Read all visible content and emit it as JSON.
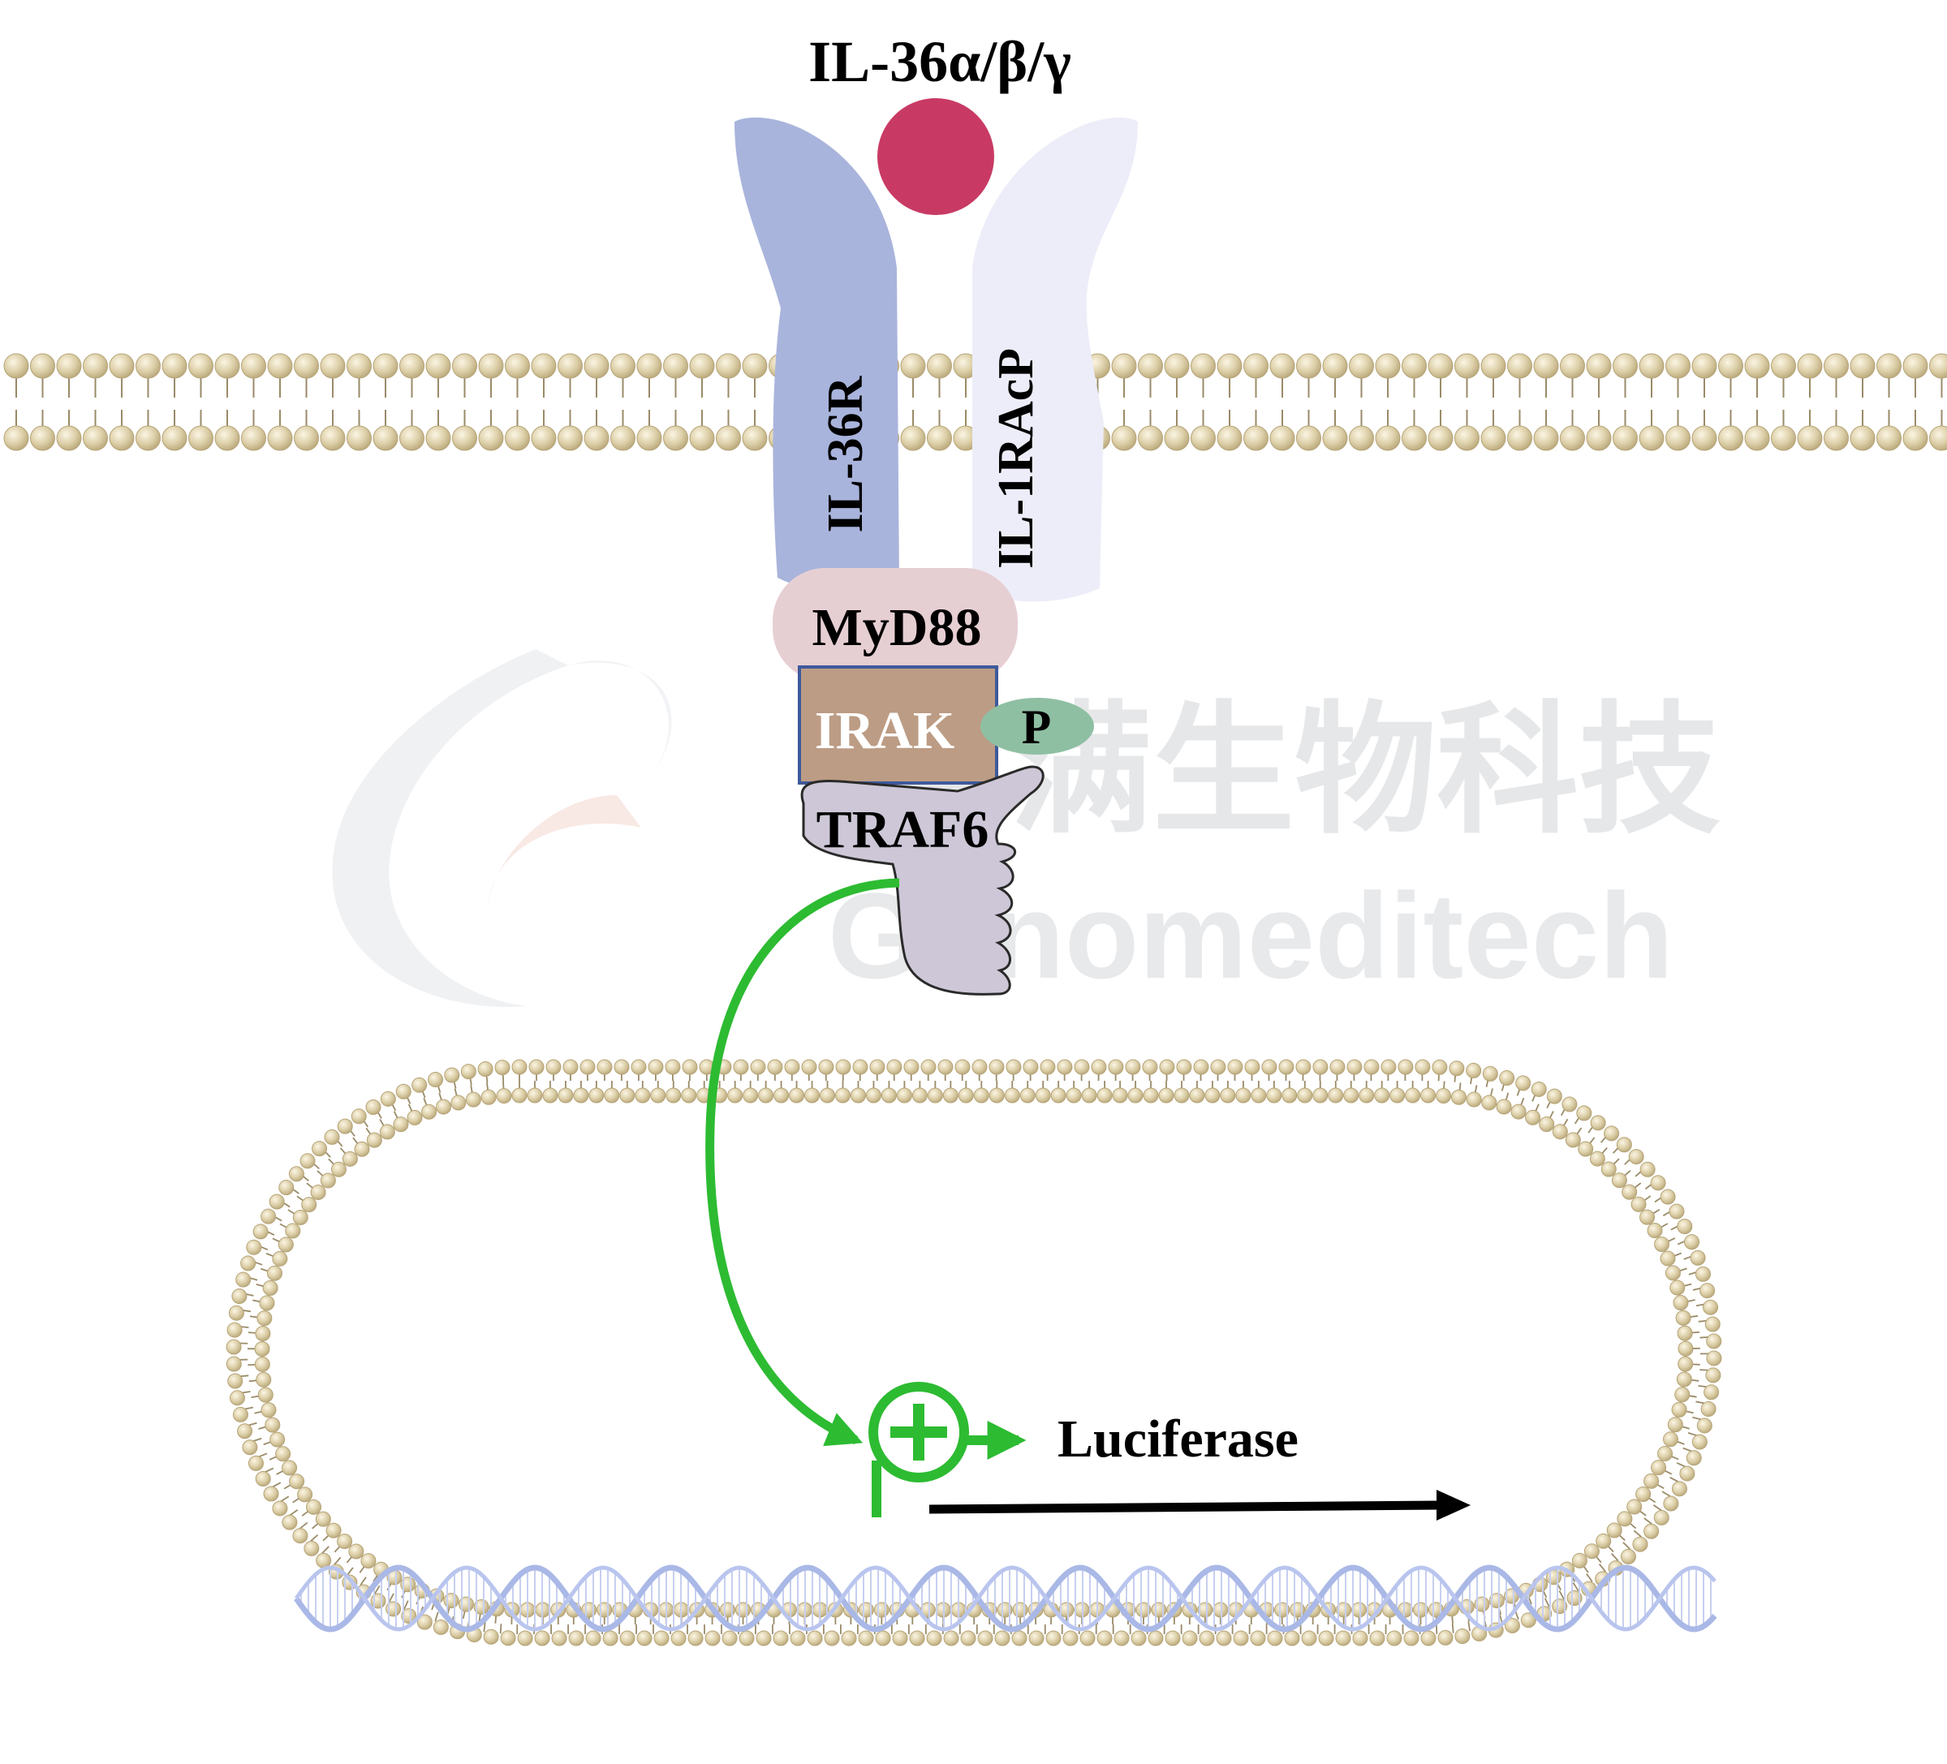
{
  "ligand": {
    "label": "IL-36α/β/γ"
  },
  "receptors": {
    "primary": {
      "label": "IL-36R"
    },
    "accessory": {
      "label": "IL-1RAcP"
    }
  },
  "adaptors": {
    "myd88": "MyD88",
    "irak": "IRAK",
    "phospho": "P",
    "traf6": "TRAF6"
  },
  "reporter": {
    "label": "Luciferase"
  },
  "watermark": {
    "cn": "吉满生物科技",
    "en": "Genomeditech"
  },
  "colors": {
    "ligand": "#c83a64",
    "il36r": "#a9b4dc",
    "il1racp": "#ededf9",
    "myd88": "#e6cfd3",
    "irak": "#bc9c84",
    "irak_border": "#3e5a9c",
    "phospho": "#8fbfa3",
    "traf6": "#cdc7d7",
    "membrane_bead": "#d9c9a0",
    "signal": "#2dbb32",
    "dna": "#a9b8e6"
  }
}
